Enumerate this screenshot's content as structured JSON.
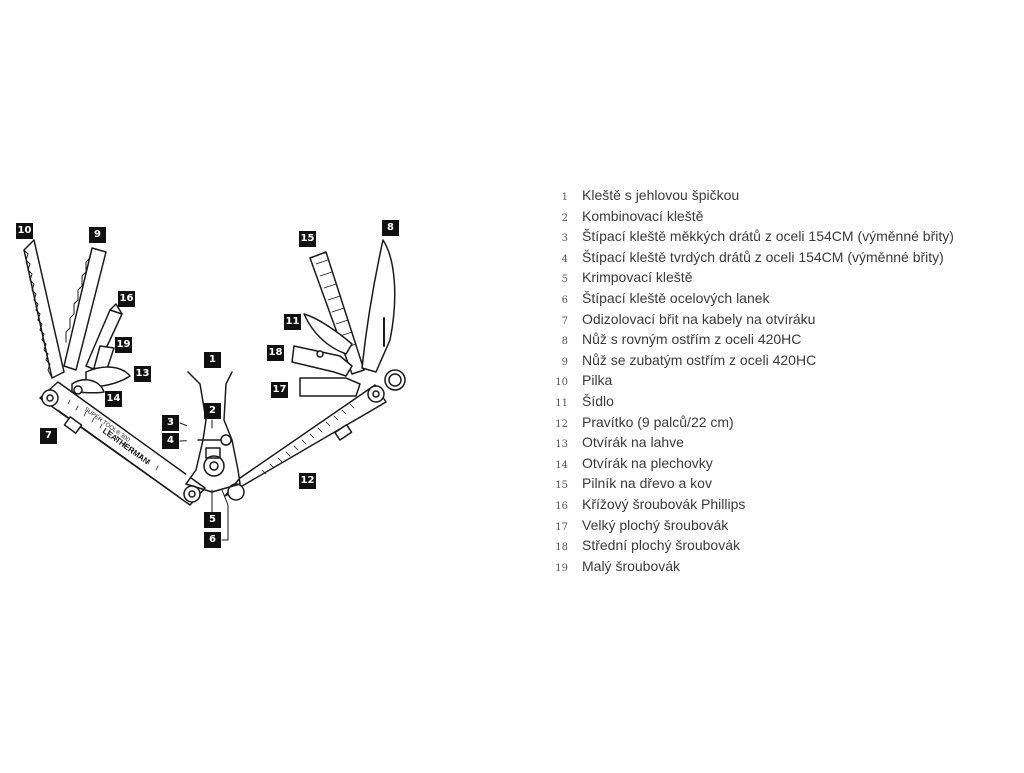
{
  "brand_label": "LEATHERMAN",
  "model_label": "SUPER TOOL® 300",
  "callouts": [
    "1",
    "2",
    "3",
    "4",
    "5",
    "6",
    "7",
    "8",
    "9",
    "10",
    "11",
    "12",
    "13",
    "14",
    "15",
    "16",
    "17",
    "18",
    "19"
  ],
  "legend": [
    {
      "num": "1",
      "text": "Kleště s jehlovou špičkou"
    },
    {
      "num": "2",
      "text": "Kombinovací kleště"
    },
    {
      "num": "3",
      "text": "Štípací kleště měkkých drátů z oceli 154CM (výměnné břity)"
    },
    {
      "num": "4",
      "text": "Štípací kleště tvrdých drátů z oceli 154CM (výměnné břity)"
    },
    {
      "num": "5",
      "text": "Krimpovací kleště"
    },
    {
      "num": "6",
      "text": "Štípací kleště ocelových lanek"
    },
    {
      "num": "7",
      "text": "Odizolovací břit na kabely na otvíráku"
    },
    {
      "num": "8",
      "text": "Nůž s rovným ostřím z oceli 420HC"
    },
    {
      "num": "9",
      "text": "Nůž se zubatým ostřím z oceli 420HC"
    },
    {
      "num": "10",
      "text": "Pilka"
    },
    {
      "num": "11",
      "text": "Šídlo"
    },
    {
      "num": "12",
      "text": "Pravítko (9 palců/22 cm)"
    },
    {
      "num": "13",
      "text": "Otvírák na lahve"
    },
    {
      "num": "14",
      "text": "Otvírák na plechovky"
    },
    {
      "num": "15",
      "text": "Pilník na dřevo a kov"
    },
    {
      "num": "16",
      "text": "Křížový šroubovák Phillips"
    },
    {
      "num": "17",
      "text": "Velký plochý šroubovák"
    },
    {
      "num": "18",
      "text": "Střední plochý šroubovák"
    },
    {
      "num": "19",
      "text": "Malý šroubovák"
    }
  ]
}
